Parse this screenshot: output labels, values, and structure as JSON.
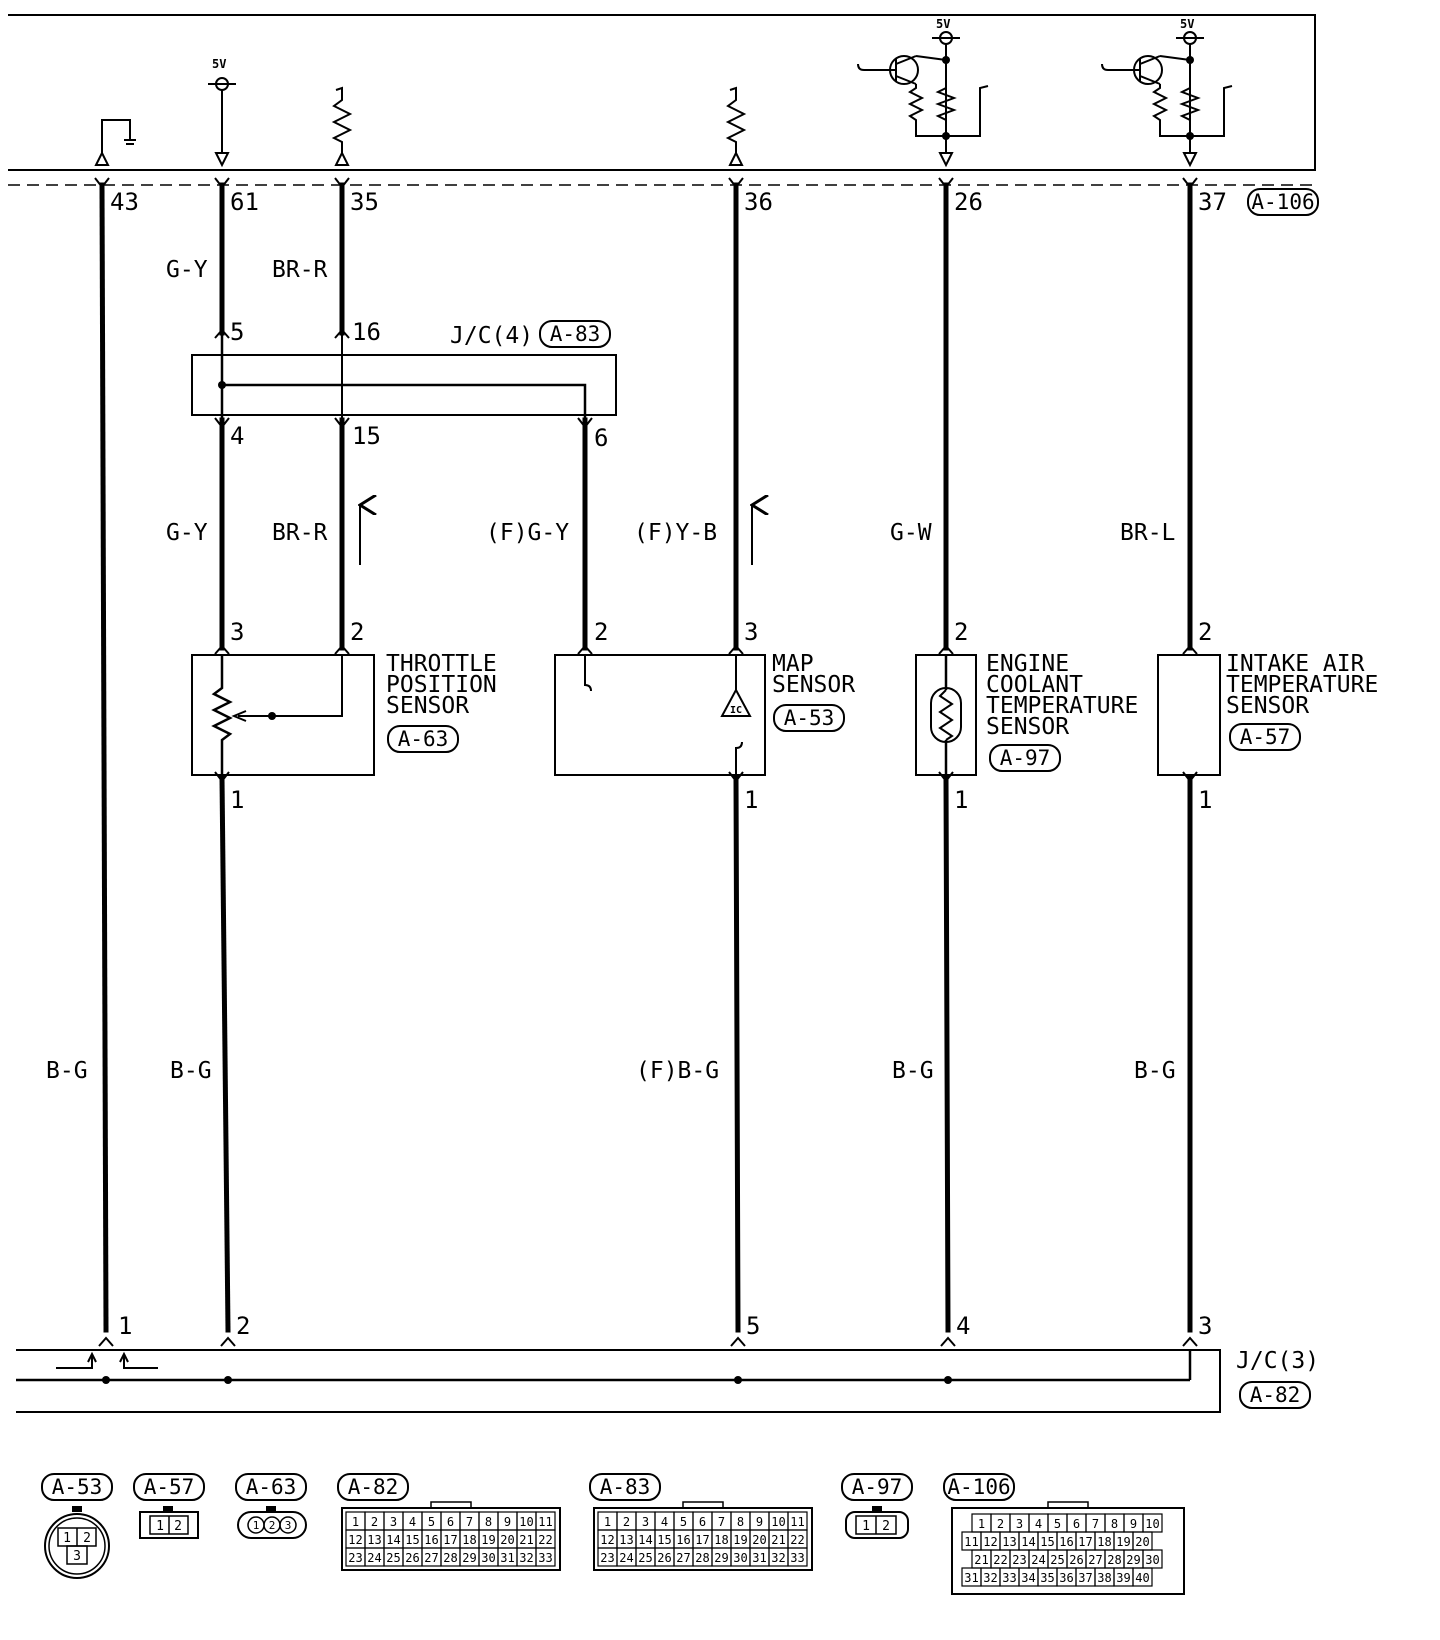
{
  "ecm": {
    "supply": [
      "5V",
      "5V",
      "5V"
    ],
    "connector": "A-106",
    "pins": [
      "43",
      "61",
      "35",
      "36",
      "26",
      "37"
    ]
  },
  "wires": {
    "ecm_43": "B-G",
    "ecm_61_top": "G-Y",
    "ecm_35_top": "BR-R",
    "tps_3": "G-Y",
    "tps_2": "BR-R",
    "map_2": "(F)G-Y",
    "map_3": "(F)Y-B",
    "ect_2": "G-W",
    "iat_2": "BR-L",
    "tps_1": "B-G",
    "map_1": "(F)B-G",
    "ect_1": "B-G",
    "iat_1": "B-G"
  },
  "jc4": {
    "label": "J/C(4)",
    "connector": "A-83",
    "pins": [
      "5",
      "16",
      "4",
      "15",
      "6"
    ]
  },
  "jc3": {
    "label": "J/C(3)",
    "connector": "A-82",
    "pins": [
      "1",
      "2",
      "5",
      "4",
      "3"
    ]
  },
  "tps": {
    "name": [
      "THROTTLE",
      "POSITION",
      "SENSOR"
    ],
    "connector": "A-63",
    "pins": [
      "3",
      "2",
      "1"
    ]
  },
  "map": {
    "name": [
      "MAP",
      "SENSOR"
    ],
    "connector": "A-53",
    "ic": "IC",
    "pins": [
      "2",
      "3",
      "1"
    ]
  },
  "ect": {
    "name": [
      "ENGINE",
      "COOLANT",
      "TEMPERATURE",
      "SENSOR"
    ],
    "connector": "A-97",
    "pins": [
      "2",
      "1"
    ]
  },
  "iat": {
    "name": [
      "INTAKE AIR",
      "TEMPERATURE",
      "SENSOR"
    ],
    "connector": "A-57",
    "pins": [
      "2",
      "1"
    ]
  },
  "connector_views": [
    {
      "id": "A-53",
      "cells": [
        "1",
        "2",
        "3"
      ]
    },
    {
      "id": "A-57",
      "cells": [
        "1",
        "2"
      ]
    },
    {
      "id": "A-63",
      "cells": [
        "1",
        "2",
        "3"
      ]
    },
    {
      "id": "A-82",
      "rows": [
        [
          "1",
          "2",
          "3",
          "4",
          "5",
          "6",
          "7",
          "8",
          "9",
          "10",
          "11"
        ],
        [
          "12",
          "13",
          "14",
          "15",
          "16",
          "17",
          "18",
          "19",
          "20",
          "21",
          "22"
        ],
        [
          "23",
          "24",
          "25",
          "26",
          "27",
          "28",
          "29",
          "30",
          "31",
          "32",
          "33"
        ]
      ]
    },
    {
      "id": "A-83",
      "rows": [
        [
          "1",
          "2",
          "3",
          "4",
          "5",
          "6",
          "7",
          "8",
          "9",
          "10",
          "11"
        ],
        [
          "12",
          "13",
          "14",
          "15",
          "16",
          "17",
          "18",
          "19",
          "20",
          "21",
          "22"
        ],
        [
          "23",
          "24",
          "25",
          "26",
          "27",
          "28",
          "29",
          "30",
          "31",
          "32",
          "33"
        ]
      ]
    },
    {
      "id": "A-97",
      "cells": [
        "1",
        "2"
      ]
    },
    {
      "id": "A-106",
      "rows": [
        [
          "1",
          "2",
          "3",
          "4",
          "5",
          "6",
          "7",
          "8",
          "9",
          "10"
        ],
        [
          "11",
          "12",
          "13",
          "14",
          "15",
          "16",
          "17",
          "18",
          "19",
          "20"
        ],
        [
          "21",
          "22",
          "23",
          "24",
          "25",
          "26",
          "27",
          "28",
          "29",
          "30"
        ],
        [
          "31",
          "32",
          "33",
          "34",
          "35",
          "36",
          "37",
          "38",
          "39",
          "40"
        ]
      ]
    }
  ]
}
